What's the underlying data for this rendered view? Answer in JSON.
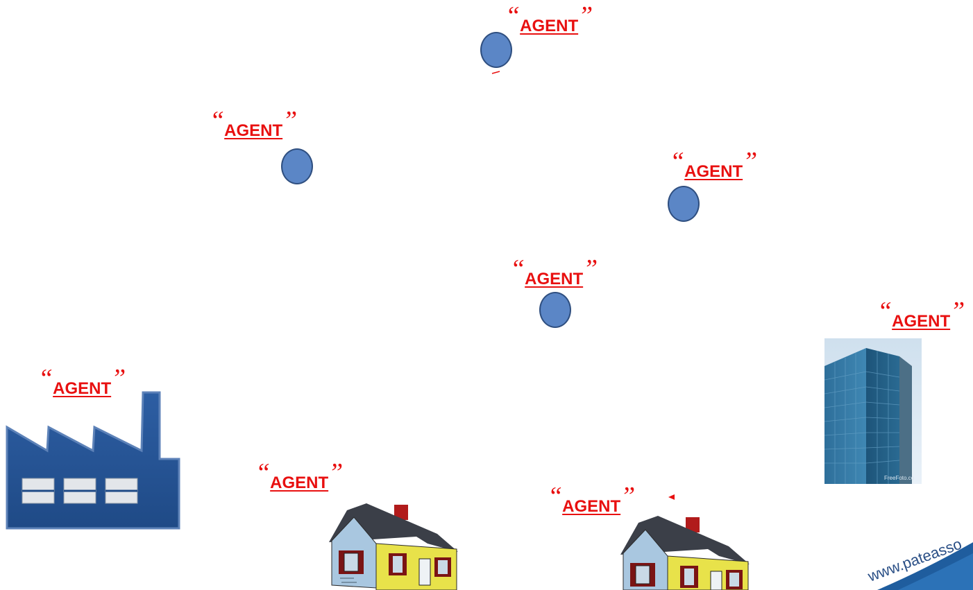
{
  "labels": {
    "agent_1": "AGENT",
    "agent_2": "AGENT",
    "agent_3": "AGENT",
    "agent_4": "AGENT",
    "agent_5": "AGENT",
    "agent_6": "AGENT",
    "agent_7": "AGENT",
    "agent_8": "AGENT"
  },
  "open_quote": "“",
  "close_quote": "”",
  "building_credit": "FreeFoto.co",
  "watermark": "www.pateasso",
  "colors": {
    "label": "#e81010",
    "dot": "#5b86c6",
    "factory": "#244f8f"
  }
}
